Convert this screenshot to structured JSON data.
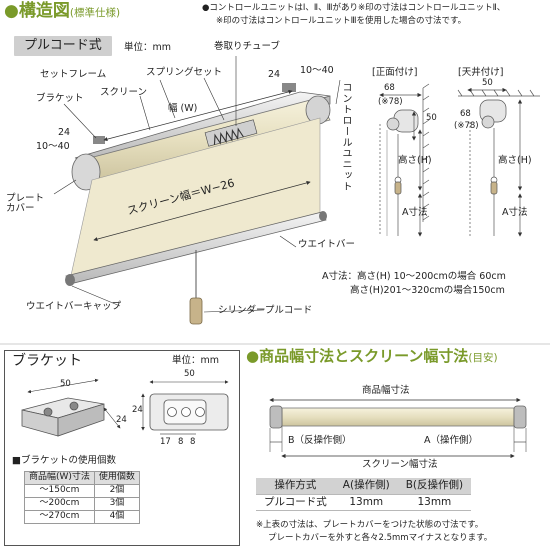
{
  "structure": {
    "title": "●構造図",
    "subtitle": "(標準仕様)",
    "notes": [
      "●コントロールユニットはⅠ、Ⅱ、Ⅲがあり※印の寸法はコントロールユニットⅡ、",
      "※印の寸法はコントロールユニットⅢを使用した場合の寸法です。"
    ],
    "type_label": "プルコード式",
    "unit": "単位：mm",
    "labels": {
      "roll_tube": "巻取りチューブ",
      "set_frame": "セットフレーム",
      "spring_set": "スプリングセット",
      "bracket": "ブラケット",
      "screen": "スクリーン",
      "width": "幅 (W)",
      "dim_24a": "24",
      "dim_10_40a": "10〜40",
      "dim_24b": "24",
      "dim_10_40b": "10〜40",
      "control_unit": "コントロールユニット",
      "plate_cover": "プレートカバー",
      "screen_width": "スクリーン幅＝W−26",
      "weight_bar": "ウエイトバー",
      "weight_bar_cap": "ウエイトバーキャップ",
      "cylinder_cord": "シリンダープルコード"
    },
    "front_mount": {
      "title": "[正面付け]",
      "d68": "68",
      "d78": "(※78)",
      "d50": "50",
      "height": "高さ(H)",
      "a_dim": "A寸法"
    },
    "ceiling_mount": {
      "title": "[天井付け]",
      "d50": "50",
      "d68": "68",
      "d78": "(※78)",
      "height": "高さ(H)",
      "a_dim": "A寸法"
    },
    "a_note_1": "A寸法：高さ(H)  10〜200cmの場合 60cm",
    "a_note_2": "高さ(H)201〜320cmの場合150cm"
  },
  "bracket": {
    "title": "ブラケット",
    "unit": "単位：mm",
    "d50a": "50",
    "d24a": "24",
    "d50b": "50",
    "d24b": "24",
    "d17": "17",
    "d8a": "8",
    "d8b": "8",
    "usage_title": "■ブラケットの使用個数",
    "headers": [
      "商品幅(W)寸法",
      "使用個数"
    ],
    "rows": [
      [
        "〜150cm",
        "2個"
      ],
      [
        "〜200cm",
        "3個"
      ],
      [
        "〜270cm",
        "4個"
      ]
    ]
  },
  "width_section": {
    "title": "●商品幅寸法とスクリーン幅寸法",
    "subtitle": "(目安)",
    "product_width": "商品幅寸法",
    "b_label": "B（反操作側）",
    "a_label": "A（操作側）",
    "screen_width": "スクリーン幅寸法",
    "headers": [
      "操作方式",
      "A(操作側)",
      "B(反操作側)"
    ],
    "rows": [
      [
        "プルコード式",
        "13mm",
        "13mm"
      ]
    ],
    "note_1": "※上表の寸法は、プレートカバーをつけた状態の寸法です。",
    "note_2": "プレートカバーを外すと各々2.5mmマイナスとなります。"
  },
  "colors": {
    "title_green": "#7a9a2a",
    "screen_fabric": "#efe9cf",
    "metal": "#d9d9d9"
  }
}
